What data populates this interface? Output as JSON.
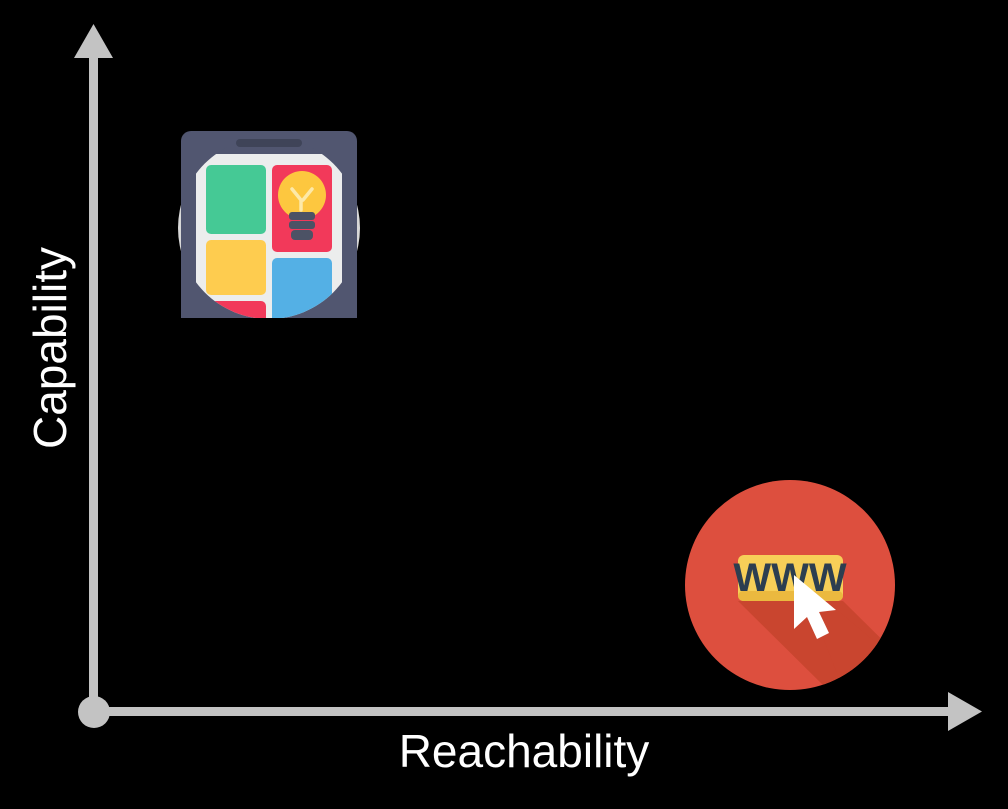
{
  "figure": {
    "background_color": "#000000",
    "axis_color": "#c3c3c3",
    "label_color": "#ffffff"
  },
  "axes": {
    "y": {
      "label": "Capability",
      "orientation": "vertical",
      "arrow": "up"
    },
    "x": {
      "label": "Reachability",
      "orientation": "horizontal",
      "arrow": "right"
    },
    "origin": {
      "name": "origin-dot",
      "color": "#c3c3c3"
    }
  },
  "chart_data": {
    "type": "scatter",
    "title": "",
    "xlabel": "Reachability",
    "ylabel": "Capability",
    "xlim": [
      0,
      1
    ],
    "ylim": [
      0,
      1
    ],
    "grid": false,
    "legend": "none",
    "axis_ticks": [],
    "points": [
      {
        "name": "native-mobile-app",
        "icon": "mobile-app-icon",
        "label": "",
        "x": 0.26,
        "y": 0.84,
        "qualitative": "high capability, low reachability"
      },
      {
        "name": "web-www",
        "icon": "www-browser-icon",
        "label": "WWW",
        "x": 0.79,
        "y": 0.27,
        "qualitative": "low capability, high reachability"
      }
    ]
  },
  "markers": {
    "app": {
      "name": "mobile-app-icon",
      "circle_color": "#d8d8d8",
      "phone_body_color": "#515670",
      "phone_screen_color": "#eceded",
      "speaker_color": "#3f4458",
      "tiles": [
        {
          "name": "tile-green",
          "color": "#45c995"
        },
        {
          "name": "tile-pink",
          "color": "#f2395a"
        },
        {
          "name": "tile-yellow",
          "color": "#fecc4f"
        },
        {
          "name": "tile-blue",
          "color": "#54b0e5"
        },
        {
          "name": "tile-pink-bottom",
          "color": "#f2395a"
        }
      ],
      "bulb": {
        "name": "lightbulb-icon",
        "glass_color": "#fdc73f",
        "base_color": "#4c5265",
        "filament_color": "#fde9a8"
      }
    },
    "www": {
      "name": "www-browser-icon",
      "circle_color": "#dd4f3e",
      "shadow_color": "#c9452f",
      "bar_color": "#f7cf58",
      "bar_edge_color": "#ebb93f",
      "text": "WWW",
      "text_color": "#2c3e50",
      "cursor": {
        "name": "mouse-cursor-icon",
        "color": "#ffffff"
      }
    }
  }
}
